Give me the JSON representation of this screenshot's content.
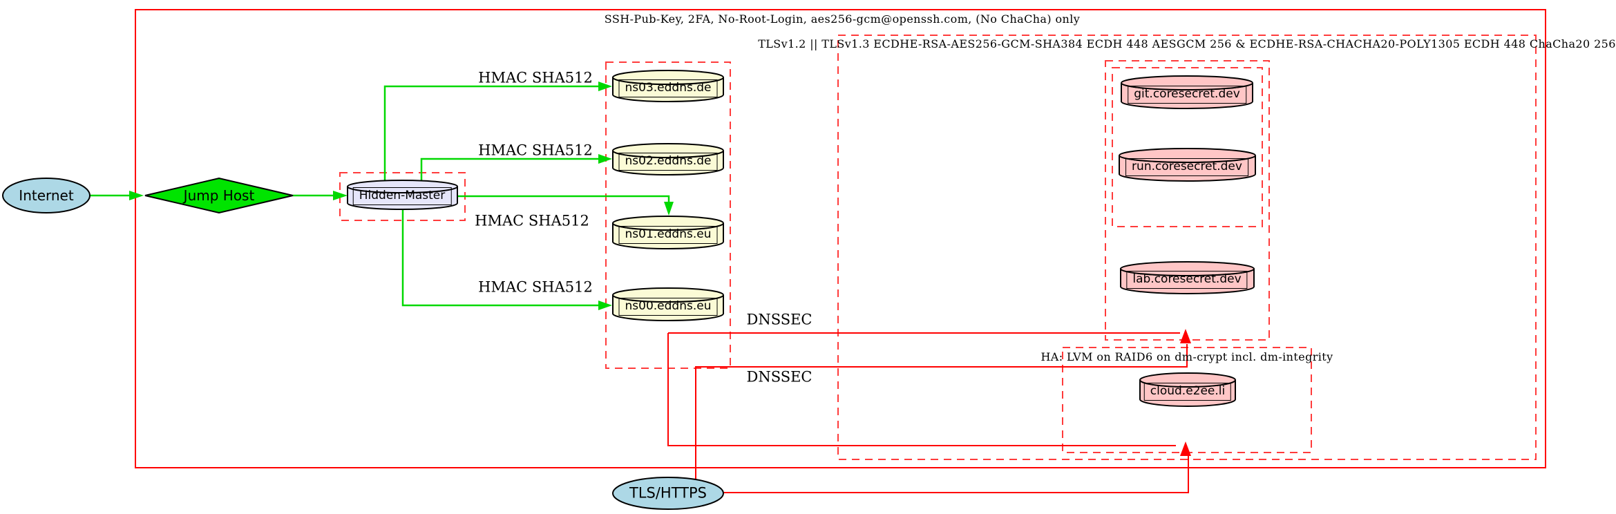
{
  "nodes": {
    "internet": "Internet",
    "jump_host": "Jump Host",
    "hidden_master": "Hidden-Master",
    "ns03": "ns03.eddns.de",
    "ns02": "ns02.eddns.de",
    "ns01": "ns01.eddns.eu",
    "ns00": "ns00.eddns.eu",
    "git": "git.coresecret.dev",
    "run": "run.coresecret.dev",
    "lab": "lab.coresecret.dev",
    "cloud": "cloud.e2ee.li",
    "tls_https": "TLS/HTTPS"
  },
  "cluster_labels": {
    "ssh": "SSH-Pub-Key, 2FA, No-Root-Login, aes256-gcm@openssh.com, (No ChaCha) only",
    "tls": "TLSv1.2 || TLSv1.3 ECDHE-RSA-AES256-GCM-SHA384 ECDH 448 AESGCM 256 & ECDHE-RSA-CHACHA20-POLY1305 ECDH 448 ChaCha20 256",
    "ha": "HA: LVM on RAID6 on dm-crypt incl. dm-integrity"
  },
  "edge_labels": {
    "hmac": "HMAC SHA512",
    "dnssec": "DNSSEC"
  },
  "colors": {
    "node_blue": "#add8e6",
    "node_green": "#00e400",
    "node_lavender": "#e6e6fa",
    "node_yellow": "#fbfbd6",
    "node_pink": "#ffc6c6",
    "edge_green": "#00d800",
    "edge_red": "#ff0000",
    "cluster_dashed_red": "#ff3b3b"
  }
}
